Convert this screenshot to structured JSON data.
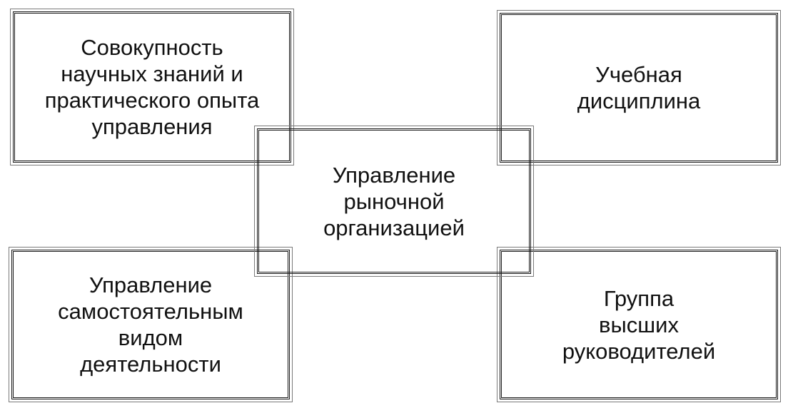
{
  "diagram": {
    "center": "Управление\nрыночной\nорганизацией",
    "top_left": "Совокупность\nнаучных знаний и\nпрактического опыта\nуправления",
    "top_right": "Учебная\nдисциплина",
    "bottom_left": "Управление\nсамостоятельным\nвидом\nдеятельности",
    "bottom_right": "Группа\nвысших\nруководителей"
  }
}
